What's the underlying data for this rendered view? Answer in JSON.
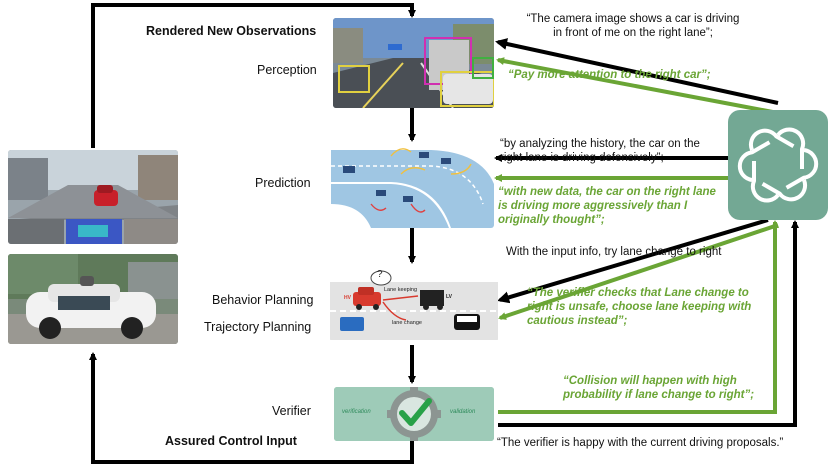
{
  "labels": {
    "rendered_observations": "Rendered New Observations",
    "perception": "Perception",
    "prediction": "Prediction",
    "behavior_planning": "Behavior Planning",
    "trajectory_planning": "Trajectory Planning",
    "verifier": "Verifier",
    "assured_control": "Assured Control Input"
  },
  "quotes": {
    "perception_black": "“The camera image shows a car is driving in front of me on the right lane”;",
    "perception_green": "“Pay more attention to the right car”;",
    "prediction_black": "“by analyzing the history, the car on the right lane is driving defensively”;",
    "prediction_green": "“with new data, the car on the right lane is driving more aggressively than I originally thought”;",
    "planning_black": "With the input info, try lane change to right",
    "planning_green": "“The verifier checks that Lane change to right is unsafe, choose lane keeping with cautious instead”;",
    "verifier_green": "“Collision will happen with high probability if lane change to right”;",
    "verifier_black": "“The verifier is happy with the current driving proposals.”"
  },
  "planning_panel": {
    "lane_keeping": "Lane keeping",
    "lane_change": "lane change",
    "question": "?",
    "hv": "HV",
    "lv": "LV"
  },
  "verifier_panel": {
    "left": "verification",
    "right": "validation"
  },
  "colors": {
    "green": "#6aa535",
    "black": "#000000",
    "gpt_teal": "#73a894"
  }
}
